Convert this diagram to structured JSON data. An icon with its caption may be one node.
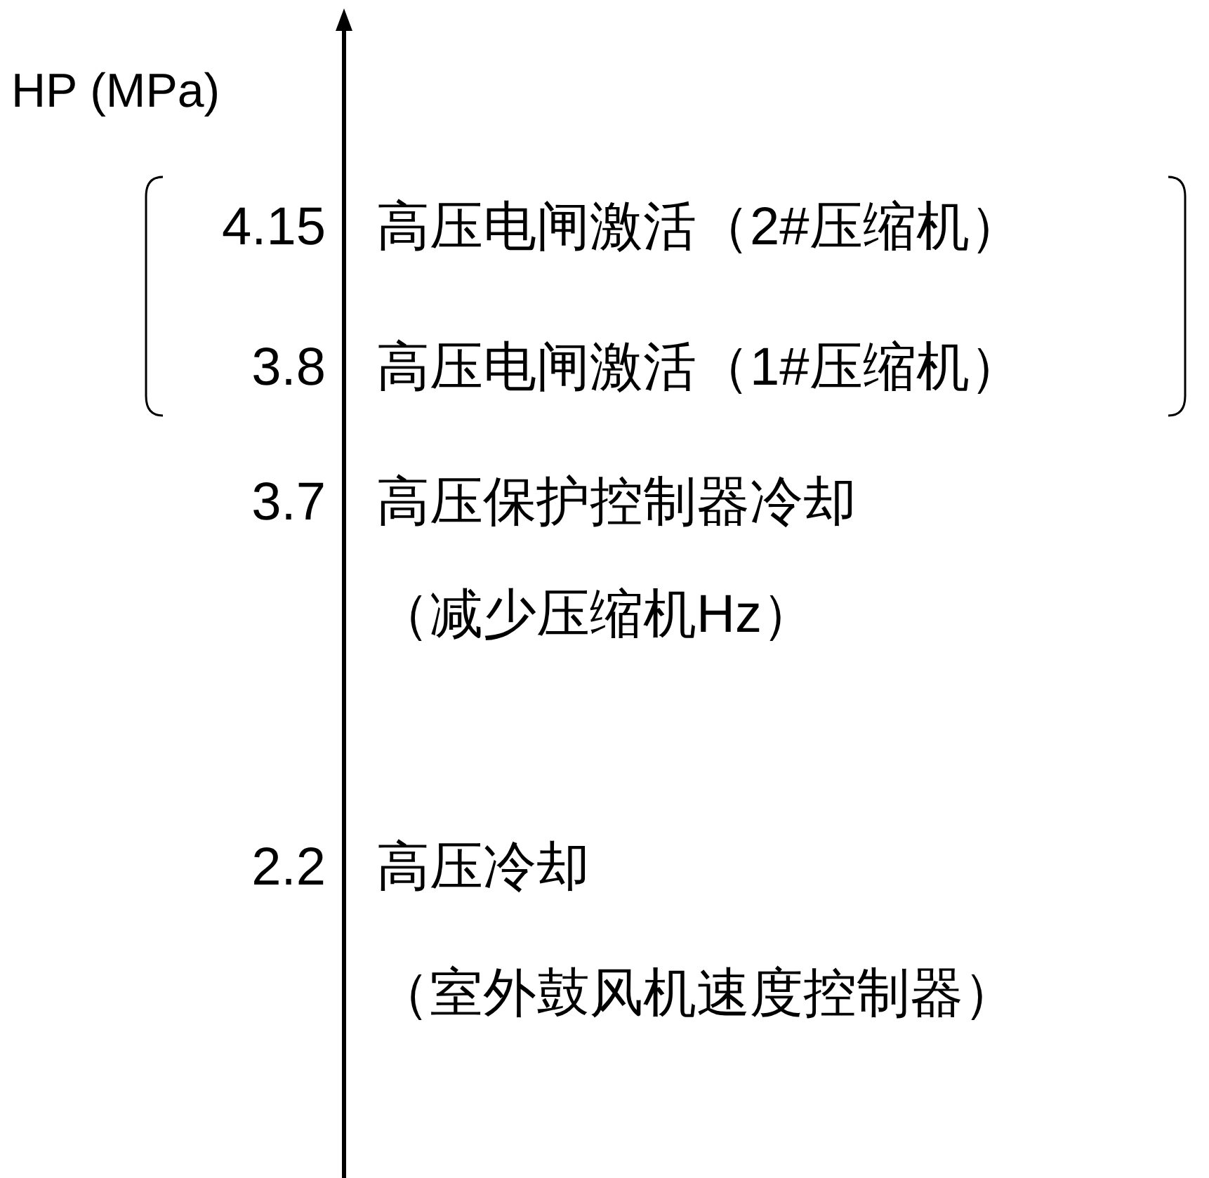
{
  "diagram": {
    "labels": [
      "HP (MPa)",
      "4.15",
      "高压电闸激活（2#压缩机）",
      "3.8",
      "高压电闸激活（1#压缩机）",
      "3.7",
      "高压保护控制器冷却",
      "（减少压缩机Hz）",
      "2.2",
      "高压冷却",
      "（室外鼓风机速度控制器）"
    ]
  }
}
